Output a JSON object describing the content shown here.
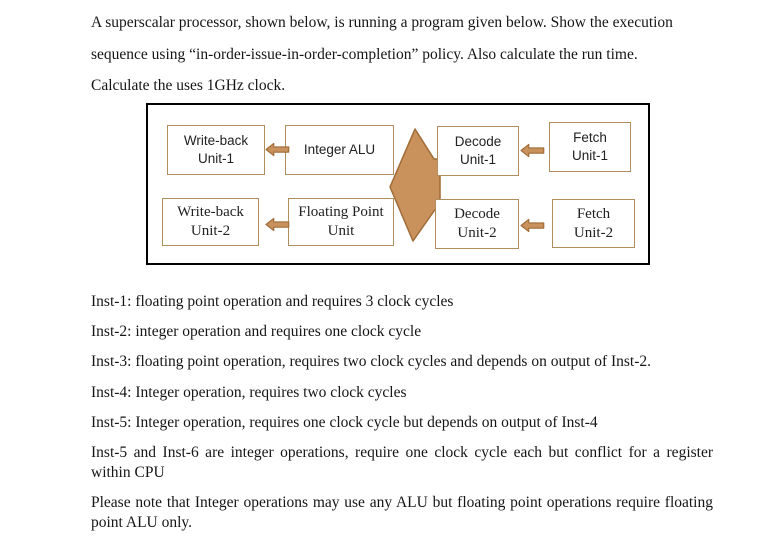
{
  "intro": {
    "lines": [
      "A superscalar processor, shown below, is running a program given below. Show the execution",
      "sequence using “in-order-issue-in-order-completion” policy. Also calculate the run time.",
      "Calculate the uses 1GHz clock."
    ]
  },
  "diagram": {
    "colors": {
      "arrow_fill": "#c9915c",
      "arrow_stroke": "#a06b36",
      "box_border": "#b08e5e",
      "frame_border": "#000000"
    },
    "boxes": {
      "writeback1": {
        "line1": "Write-back",
        "line2": "Unit-1"
      },
      "integer_alu": {
        "line1": "Integer ALU"
      },
      "decode1": {
        "line1": "Decode",
        "line2": "Unit-1"
      },
      "fetch1": {
        "line1": "Fetch",
        "line2": "Unit-1"
      },
      "writeback2": {
        "line1": "Write-back",
        "line2": "Unit-2"
      },
      "fpu": {
        "line1": "Floating Point",
        "line2": "Unit"
      },
      "decode2": {
        "line1": "Decode",
        "line2": "Unit-2"
      },
      "fetch2": {
        "line1": "Fetch",
        "line2": "Unit-2"
      }
    }
  },
  "instructions": [
    "Inst-1: floating point operation and requires 3 clock cycles",
    "Inst-2: integer operation and requires one clock cycle",
    "Inst-3: floating point operation, requires two clock cycles and depends on output of Inst-2.",
    "Inst-4: Integer operation, requires two clock cycles",
    "Inst-5: Integer operation, requires one clock cycle but depends on output of Inst-4",
    "Inst-5 and Inst-6 are integer operations, require one clock cycle each but conflict for a register within CPU",
    "Please note that Integer operations may use any ALU but floating point operations require floating point ALU only."
  ]
}
